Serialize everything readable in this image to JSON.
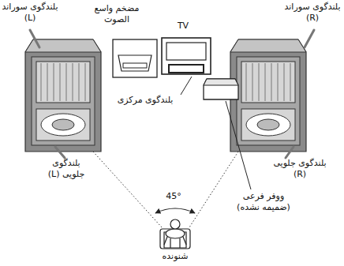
{
  "diagram": {
    "labels": [
      "بلندگوی سوراند (L)",
      "مضخم واسع الصوت",
      "TV",
      "بلندگوی سوراند (R)",
      "بلندگوی جلویی (L)",
      "بلندگوی مرکزی",
      "بلندگوی جلویی (R)",
      "45°",
      "ووفر فرعی (ضمیمه نشده)",
      "شنونده"
    ]
  }
}
